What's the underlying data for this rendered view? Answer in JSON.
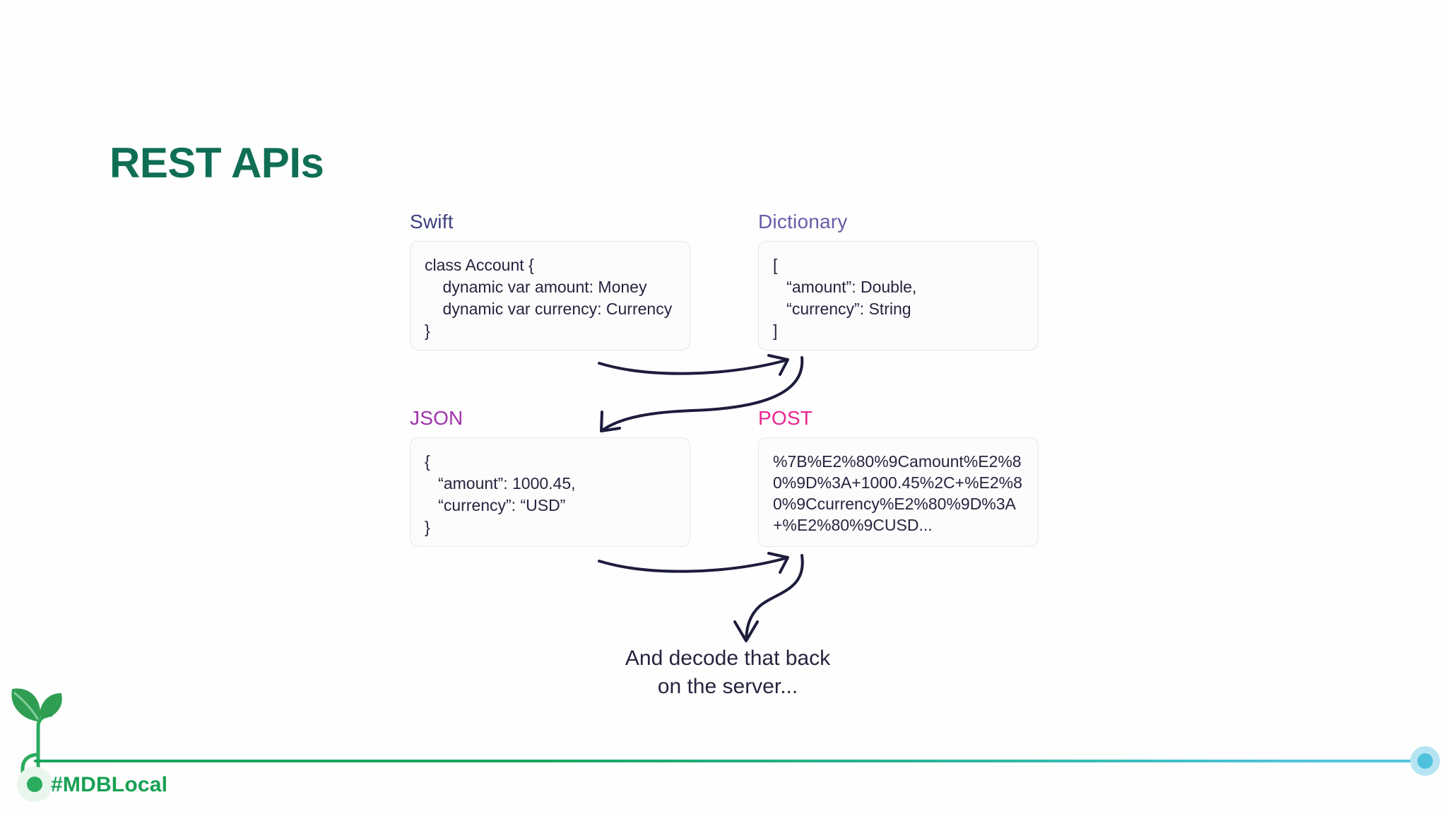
{
  "slide": {
    "title": "REST APIs",
    "title_color": "#0f6e54",
    "background": "#fefefe"
  },
  "diagram": {
    "panels": [
      {
        "id": "swift",
        "label": "Swift",
        "label_color": "#3f4080",
        "code": "class Account {\n    dynamic var amount: Money\n    dynamic var currency: Currency\n}"
      },
      {
        "id": "dictionary",
        "label": "Dictionary",
        "label_color": "#6a5ca8",
        "code": "[\n   “amount”: Double,\n   “currency”: String\n]"
      },
      {
        "id": "json",
        "label": "JSON",
        "label_color": "#a033ab",
        "code": "{\n   “amount”: 1000.45,\n   “currency”: “USD”\n}"
      },
      {
        "id": "post",
        "label": "POST",
        "label_color": "#e8258f",
        "code": "%7B%E2%80%9Camount%E2%80%9D%3A+1000.45%2C+%E2%80%9Ccurrency%E2%80%9D%3A+%E2%80%9CUSD..."
      }
    ],
    "arrow_color": "#1c1c3c",
    "caption": "And decode that back\non the server..."
  },
  "footer": {
    "hashtag": "#MDBLocal",
    "hashtag_color": "#17a052",
    "line_start_color": "#18a558",
    "line_end_color": "#58c6e0",
    "sprout_color": "#2bab5e",
    "endcap_color": "#4ec2dd"
  }
}
